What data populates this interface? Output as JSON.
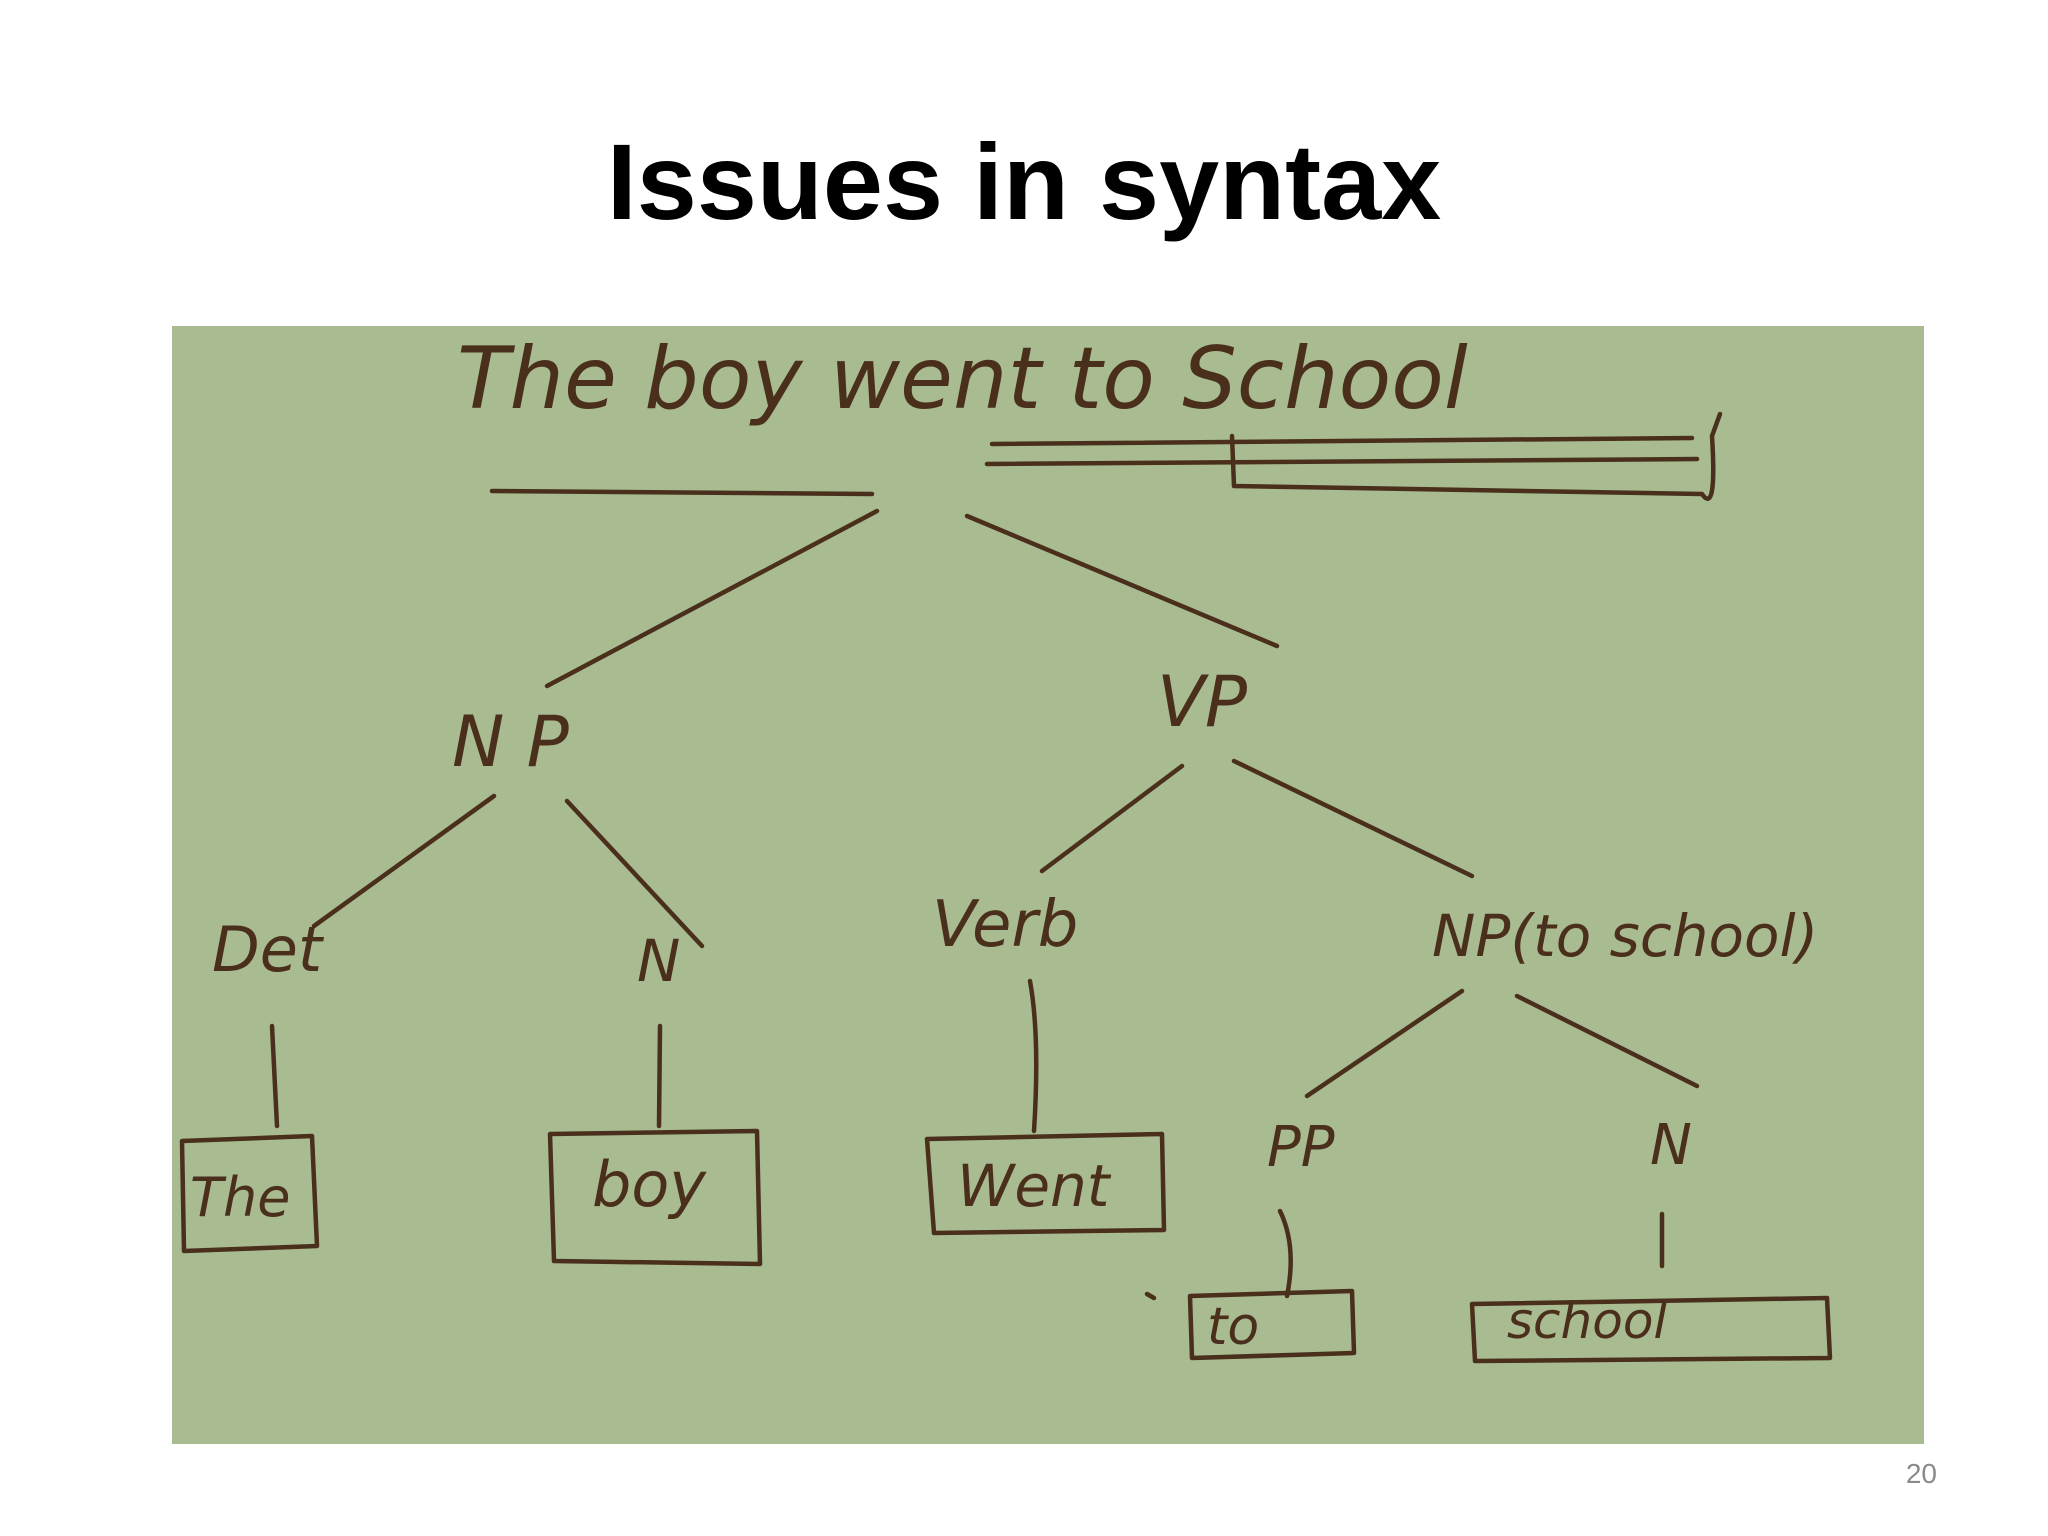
{
  "slide": {
    "title": "Issues in syntax",
    "page_number": "20"
  },
  "tree": {
    "sentence": "The boy went to School",
    "nodes": {
      "np": "N P",
      "vp": "VP",
      "det": "Det",
      "n1": "N",
      "verb": "Verb",
      "np2": "NP(to school)",
      "pp": "PP",
      "n2": "N"
    },
    "leaves": {
      "the": "The",
      "boy": "boy",
      "went": "Went",
      "to": "to",
      "school": "school"
    }
  },
  "colors": {
    "board": "#a9bb90",
    "ink": "#4a2f1c",
    "title": "#000000"
  }
}
